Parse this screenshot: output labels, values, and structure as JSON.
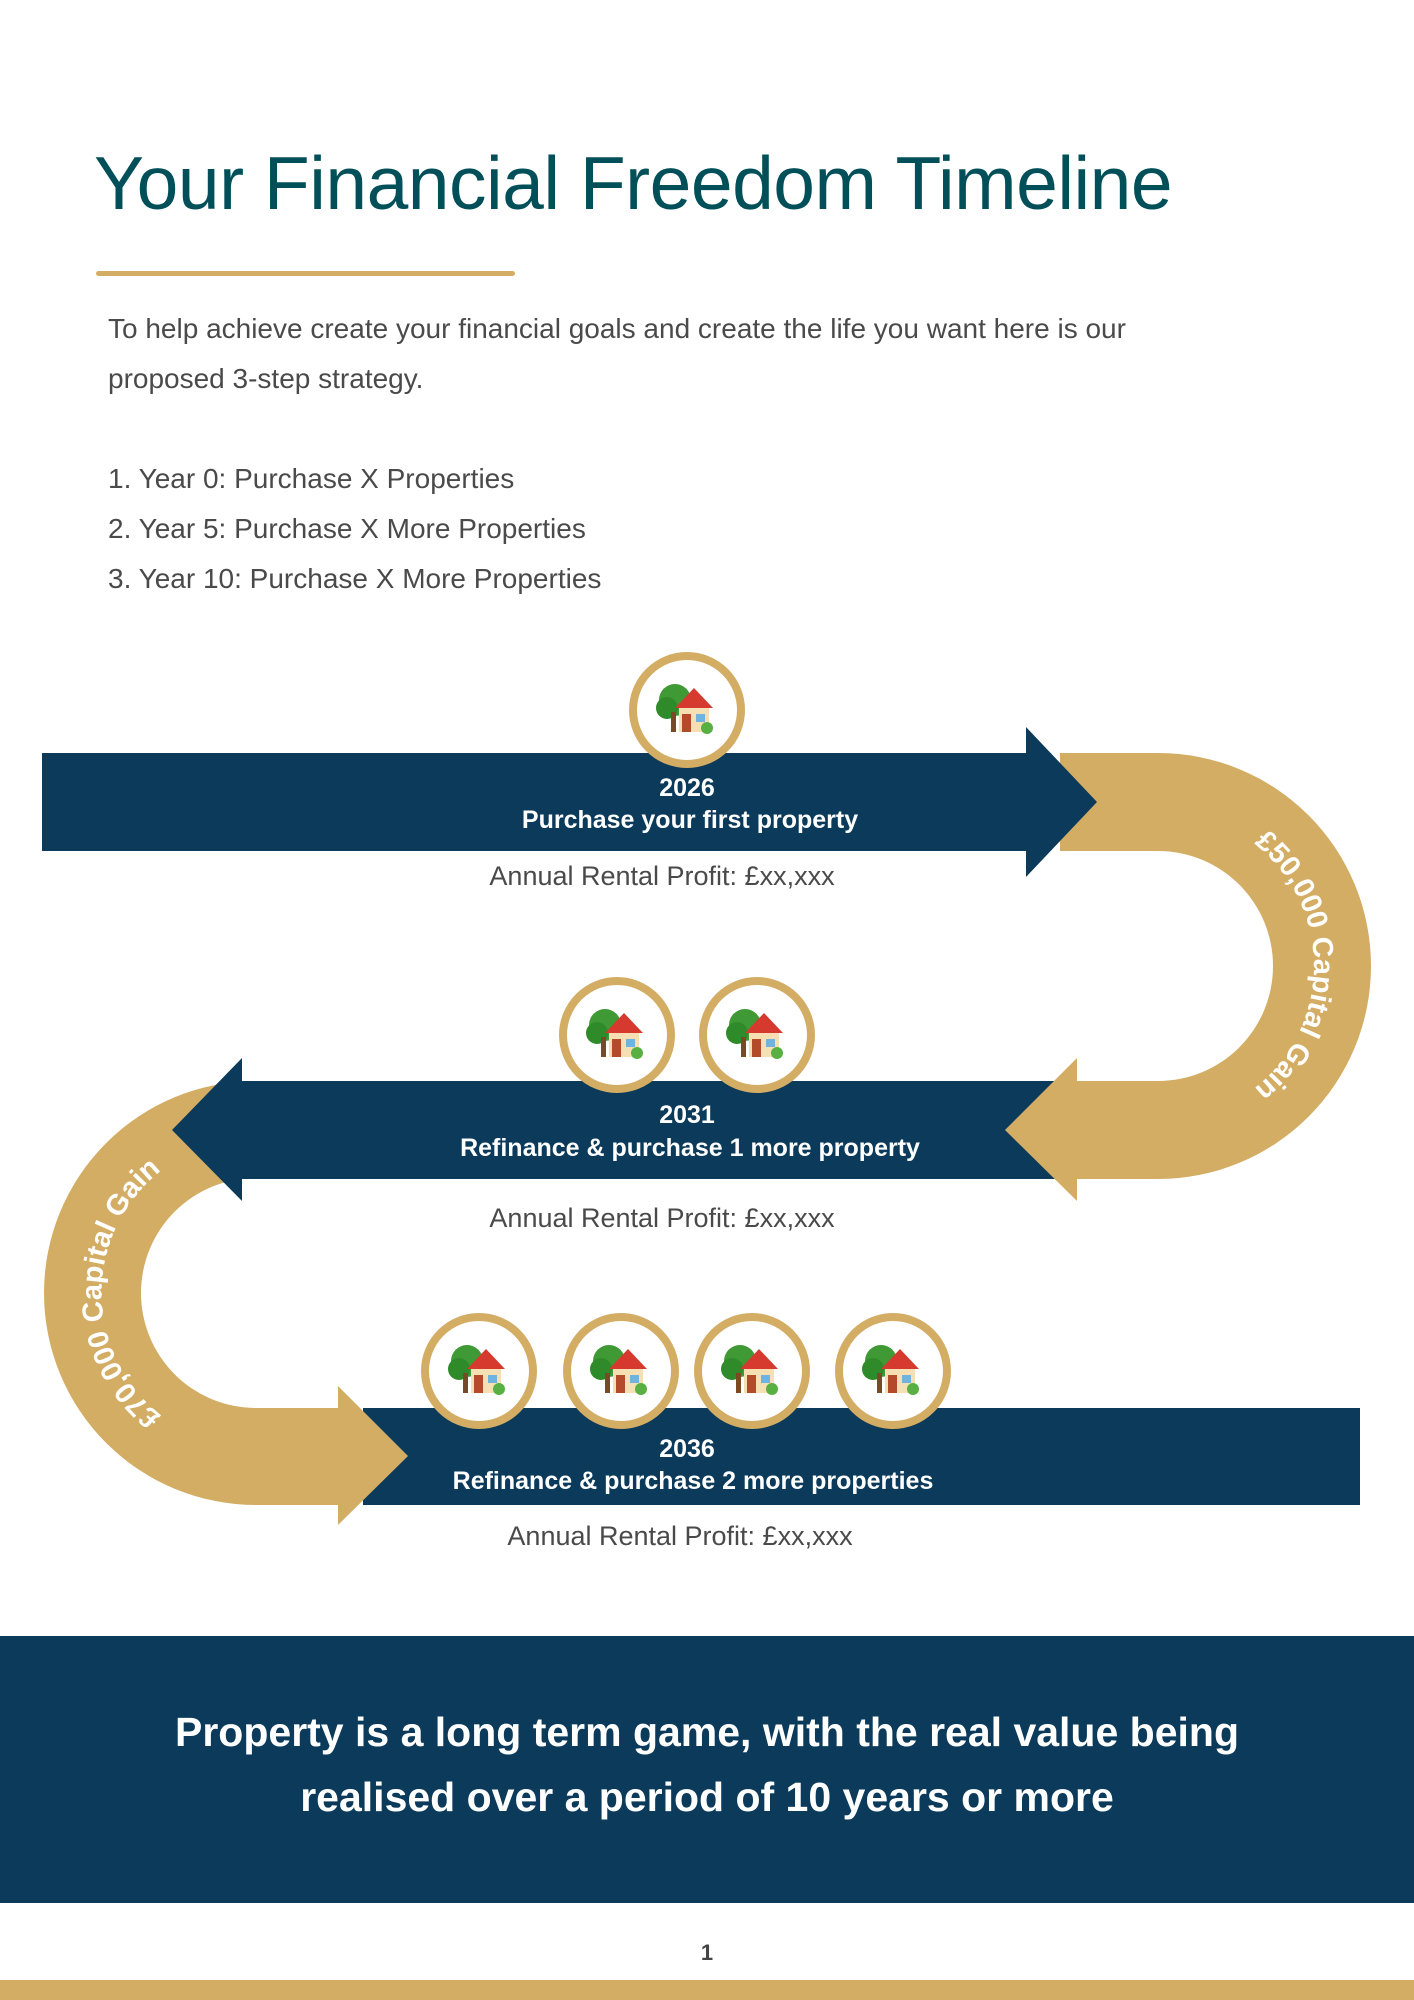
{
  "title": "Your Financial Freedom Timeline",
  "intro": {
    "line1": "To help achieve create your financial goals and create the life you want here is our",
    "line2": "proposed 3-step strategy."
  },
  "steps": [
    "1. Year 0: Purchase X Properties",
    "2. Year 5: Purchase X More Properties",
    "3. Year 10: Purchase X More Properties"
  ],
  "timeline": [
    {
      "year": "2026",
      "label": "Purchase your first property",
      "profit": "Annual Rental Profit:  £xx,xxx",
      "houses": 1
    },
    {
      "year": "2031",
      "label": "Refinance &  purchase 1 more property",
      "profit": "Annual Rental Profit: £xx,xxx",
      "houses": 2
    },
    {
      "year": "2036",
      "label": "Refinance &  purchase 2 more properties",
      "profit": "Annual Rental Profit: £xx,xxx",
      "houses": 4
    }
  ],
  "gains": {
    "first": "£50,000 Capital Gain",
    "second": "£70,000 Capital Gain"
  },
  "quote": {
    "line1": "Property is a long term game, with the real value being",
    "line2": "realised over a period of 10 years or more"
  },
  "page_number": "1",
  "colors": {
    "navy": "#0b3a5a",
    "gold": "#d4ad65",
    "teal": "#014f59"
  }
}
